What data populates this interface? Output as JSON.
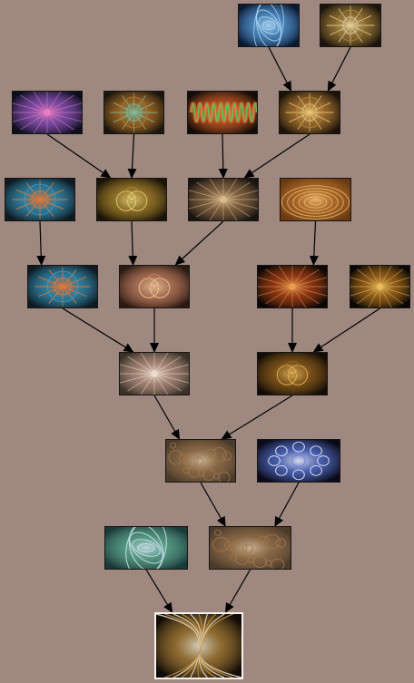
{
  "colors": {
    "background": "#9e8880",
    "arrow": "#000000",
    "final_border": "#f4f1ee"
  },
  "diagram": {
    "nodes": [
      {
        "id": "r0a",
        "palette": [
          "#0b1a33",
          "#5fa8e8",
          "#b6e2ff"
        ],
        "style": "swirl"
      },
      {
        "id": "r0b",
        "palette": [
          "#1c140c",
          "#b08a3e",
          "#e8d29a"
        ],
        "style": "mandala"
      },
      {
        "id": "r1a",
        "palette": [
          "#0c0e1e",
          "#a05fd0",
          "#f07fc8"
        ],
        "style": "ray"
      },
      {
        "id": "r1b",
        "palette": [
          "#1a160e",
          "#c07a2a",
          "#7fc0a0"
        ],
        "style": "mandala"
      },
      {
        "id": "r1c",
        "palette": [
          "#120c08",
          "#e0642a",
          "#5fd06a"
        ],
        "style": "spiral"
      },
      {
        "id": "r1d",
        "palette": [
          "#1a1208",
          "#c0863a",
          "#f0c878"
        ],
        "style": "octagon"
      },
      {
        "id": "r2a",
        "palette": [
          "#0e1a22",
          "#3aa0c8",
          "#e87a3a"
        ],
        "style": "wheel"
      },
      {
        "id": "r2b",
        "palette": [
          "#1a1408",
          "#b89030",
          "#f0d880"
        ],
        "style": "glow"
      },
      {
        "id": "r2c",
        "palette": [
          "#181410",
          "#a07850",
          "#e0c090"
        ],
        "style": "burst"
      },
      {
        "id": "r2d",
        "palette": [
          "#6a3a12",
          "#c07a30",
          "#f0b870"
        ],
        "style": "rings"
      },
      {
        "id": "r3a",
        "palette": [
          "#0e1a22",
          "#3aa0c8",
          "#e87a3a"
        ],
        "style": "wheel"
      },
      {
        "id": "r3b",
        "palette": [
          "#2a1a12",
          "#d08868",
          "#f8d0a0"
        ],
        "style": "loops"
      },
      {
        "id": "r3c",
        "palette": [
          "#0a0604",
          "#c04a1a",
          "#f0a050"
        ],
        "style": "burst"
      },
      {
        "id": "r3d",
        "palette": [
          "#080604",
          "#c07a20",
          "#f0c060"
        ],
        "style": "star"
      },
      {
        "id": "r4a",
        "palette": [
          "#3a3228",
          "#c8a090",
          "#f0e0d0"
        ],
        "style": "rays"
      },
      {
        "id": "r4b",
        "palette": [
          "#120c06",
          "#a06a20",
          "#f0c060"
        ],
        "style": "glow"
      },
      {
        "id": "r5a",
        "palette": [
          "#4a3a2a",
          "#a07850",
          "#d8c0a0"
        ],
        "style": "foam"
      },
      {
        "id": "r5b",
        "palette": [
          "#0a0a18",
          "#6080e8",
          "#f0f0ff"
        ],
        "style": "chain"
      },
      {
        "id": "r6a",
        "palette": [
          "#1a3a3a",
          "#6ab89a",
          "#d0e8f0"
        ],
        "style": "waves"
      },
      {
        "id": "r6b",
        "palette": [
          "#4a3a2a",
          "#a07850",
          "#d8c0a0"
        ],
        "style": "foam"
      },
      {
        "id": "r7",
        "palette": [
          "#120c06",
          "#c09040",
          "#e8e0d0"
        ],
        "style": "tangle",
        "final": true
      }
    ],
    "edges": [
      [
        "r0a",
        "r1d"
      ],
      [
        "r0b",
        "r1d"
      ],
      [
        "r1a",
        "r2b"
      ],
      [
        "r1b",
        "r2b"
      ],
      [
        "r1c",
        "r2c"
      ],
      [
        "r1d",
        "r2c"
      ],
      [
        "r2a",
        "r3a"
      ],
      [
        "r2b",
        "r3b"
      ],
      [
        "r2c",
        "r3b"
      ],
      [
        "r2d",
        "r3c"
      ],
      [
        "r3a",
        "r4a"
      ],
      [
        "r3b",
        "r4a"
      ],
      [
        "r3c",
        "r4b"
      ],
      [
        "r3d",
        "r4b"
      ],
      [
        "r4a",
        "r5a"
      ],
      [
        "r4b",
        "r5a"
      ],
      [
        "r5a",
        "r6b"
      ],
      [
        "r5b",
        "r6b"
      ],
      [
        "r6a",
        "r7"
      ],
      [
        "r6b",
        "r7"
      ]
    ]
  }
}
